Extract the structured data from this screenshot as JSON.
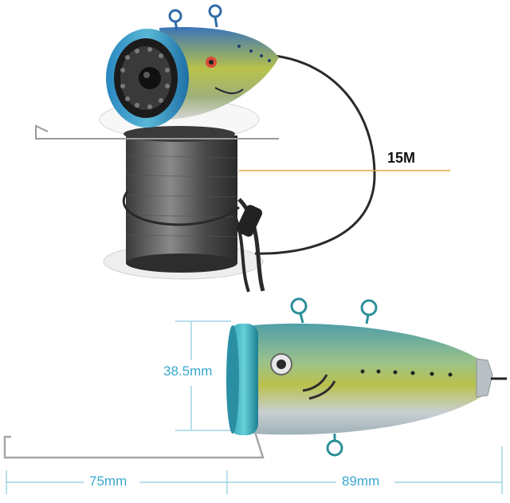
{
  "labels": {
    "cable_length": "15M",
    "height": "38.5mm",
    "rod_length": "75mm",
    "body_length": "89mm"
  },
  "colors": {
    "dimension_line": "#8ccbe0",
    "dimension_text": "#3aa7cf",
    "leader_line": "#e8a33a",
    "camera_blue": "#2d7fc0",
    "cable": "#2a2a2a"
  }
}
